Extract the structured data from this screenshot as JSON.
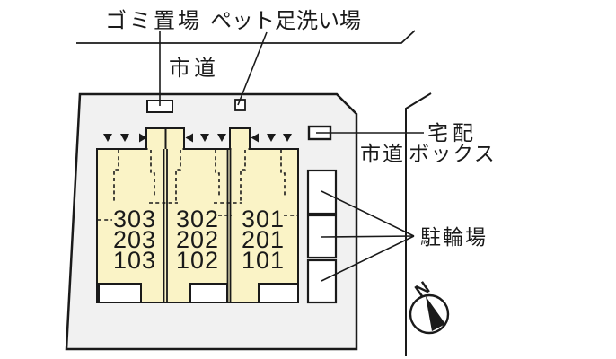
{
  "diagram": {
    "type": "building-site-plan",
    "labels": {
      "garbage_area": "ゴミ置場",
      "pet_foot_wash": "ペット足洗い場",
      "road_top": "市道",
      "road_right": "市道",
      "delivery_box_line1": "宅配",
      "delivery_box_line2": "ボックス",
      "bicycle_parking": "駐輪場",
      "compass_north": "N"
    },
    "units": [
      {
        "floor3": "303",
        "floor2": "203",
        "floor1": "103"
      },
      {
        "floor3": "302",
        "floor2": "202",
        "floor1": "102"
      },
      {
        "floor3": "301",
        "floor2": "201",
        "floor1": "101"
      }
    ],
    "colors": {
      "site_fill": "#f1f1f1",
      "building_fill": "#faf3c6",
      "outline": "#1a1a1a",
      "box_fill": "#ffffff",
      "background": "#ffffff"
    }
  }
}
